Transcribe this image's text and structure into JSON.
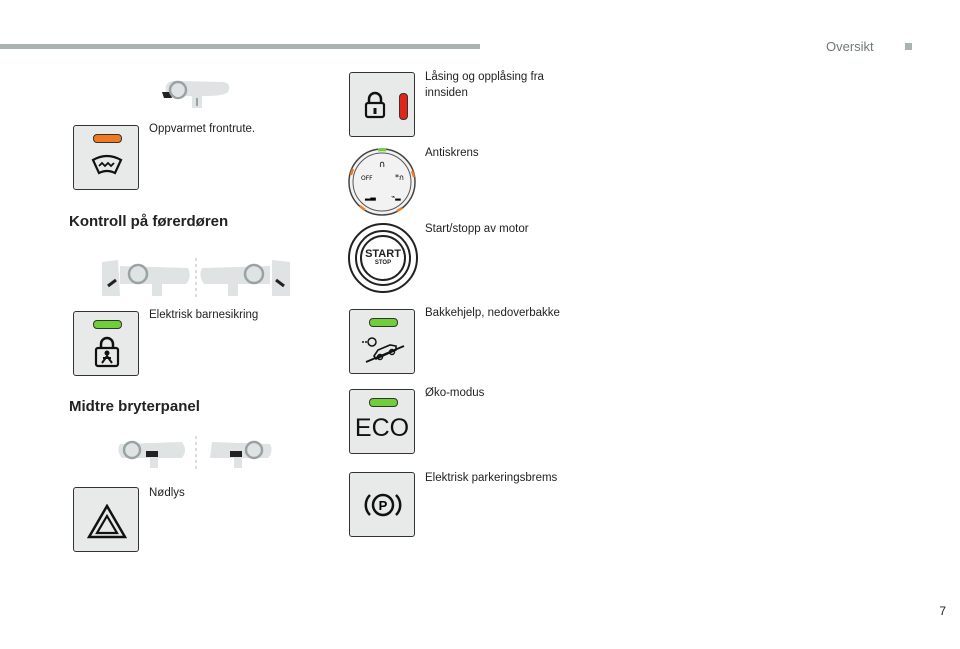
{
  "header": {
    "section": "Oversikt"
  },
  "left": {
    "items": [
      {
        "label": "Oppvarmet frontrute.",
        "led_color": "#f07a22"
      }
    ],
    "heading_door": "Kontroll på førerdøren",
    "door_items": [
      {
        "label": "Elektrisk barnesikring",
        "led_color": "#6fcf3a"
      }
    ],
    "heading_center": "Midtre bryterpanel",
    "center_items": [
      {
        "label": "Nødlys"
      }
    ]
  },
  "right": {
    "items": [
      {
        "label": "Låsing og opplåsing fra innsiden",
        "led_color": "#e0251b"
      },
      {
        "label": "Antiskrens"
      },
      {
        "label": "Start/stopp av motor",
        "start": "START",
        "stop": "STOP"
      },
      {
        "label": "Bakkehjelp, nedoverbakke",
        "led_color": "#6fcf3a"
      },
      {
        "label": "Øko-modus",
        "eco": "ECO",
        "led_color": "#6fcf3a"
      },
      {
        "label": "Elektrisk parkeringsbrems"
      }
    ]
  },
  "page_number": "7"
}
